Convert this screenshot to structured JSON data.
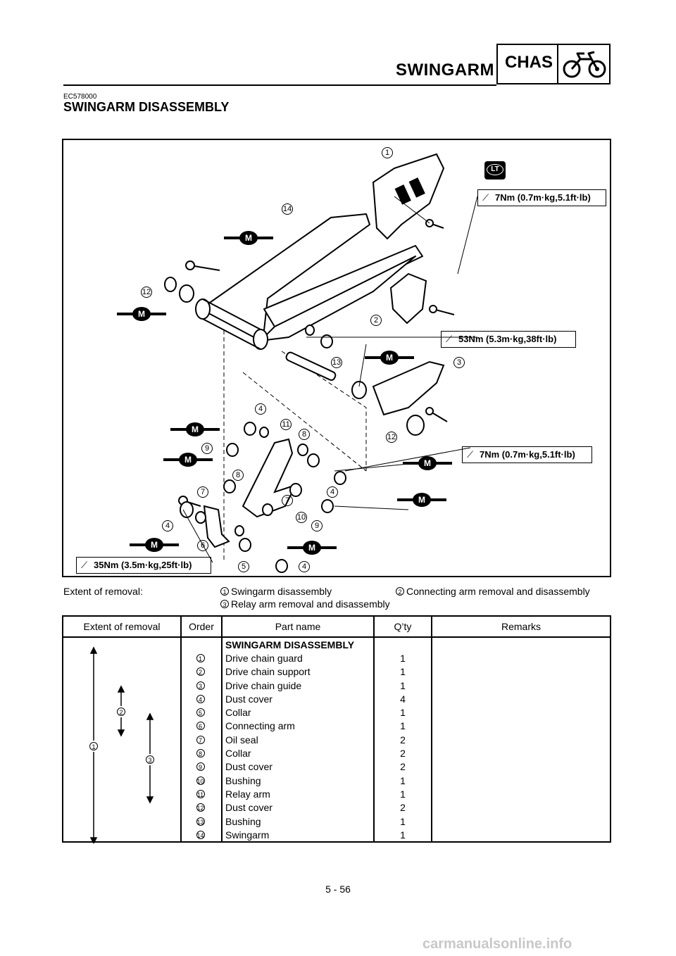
{
  "header": {
    "title": "SWINGARM",
    "section": "CHAS"
  },
  "doc_code": "EC578000",
  "section_title": "SWINGARM DISASSEMBLY",
  "diagram": {
    "torques": [
      "7Nm (0.7m·kg,5.1ft·lb)",
      "53Nm (5.3m·kg,38ft·lb)",
      "7Nm (0.7m·kg,5.1ft·lb)",
      "35Nm (3.5m·kg,25ft·lb)"
    ],
    "lt_label": "LT",
    "grease_label": "M",
    "callouts": [
      "1",
      "14",
      "12",
      "2",
      "13",
      "3",
      "4",
      "11",
      "8",
      "12",
      "9",
      "8",
      "4",
      "7",
      "7",
      "10",
      "9",
      "4",
      "6",
      "5",
      "4"
    ]
  },
  "extent": {
    "label": "Extent of removal:",
    "items": [
      {
        "num": "1",
        "text": "Swingarm disassembly"
      },
      {
        "num": "2",
        "text": "Connecting arm removal and disassembly"
      },
      {
        "num": "3",
        "text": "Relay arm removal and disassembly"
      }
    ]
  },
  "table": {
    "headers": [
      "Extent of removal",
      "Order",
      "Part name",
      "Q’ty",
      "Remarks"
    ],
    "section_row": "SWINGARM DISASSEMBLY",
    "rows": [
      {
        "order": "1",
        "part": "Drive chain guard",
        "qty": "1"
      },
      {
        "order": "2",
        "part": "Drive chain support",
        "qty": "1"
      },
      {
        "order": "3",
        "part": "Drive chain guide",
        "qty": "1"
      },
      {
        "order": "4",
        "part": "Dust cover",
        "qty": "4"
      },
      {
        "order": "5",
        "part": "Collar",
        "qty": "1"
      },
      {
        "order": "6",
        "part": "Connecting arm",
        "qty": "1"
      },
      {
        "order": "7",
        "part": "Oil seal",
        "qty": "2"
      },
      {
        "order": "8",
        "part": "Collar",
        "qty": "2"
      },
      {
        "order": "9",
        "part": "Dust cover",
        "qty": "2"
      },
      {
        "order": "10",
        "part": "Bushing",
        "qty": "1"
      },
      {
        "order": "11",
        "part": "Relay arm",
        "qty": "1"
      },
      {
        "order": "12",
        "part": "Dust cover",
        "qty": "2"
      },
      {
        "order": "13",
        "part": "Bushing",
        "qty": "1"
      },
      {
        "order": "14",
        "part": "Swingarm",
        "qty": "1"
      }
    ],
    "extent_markers": [
      "1",
      "2",
      "3"
    ]
  },
  "page_number": "5 - 56",
  "watermark": "carmanualsonline.info"
}
